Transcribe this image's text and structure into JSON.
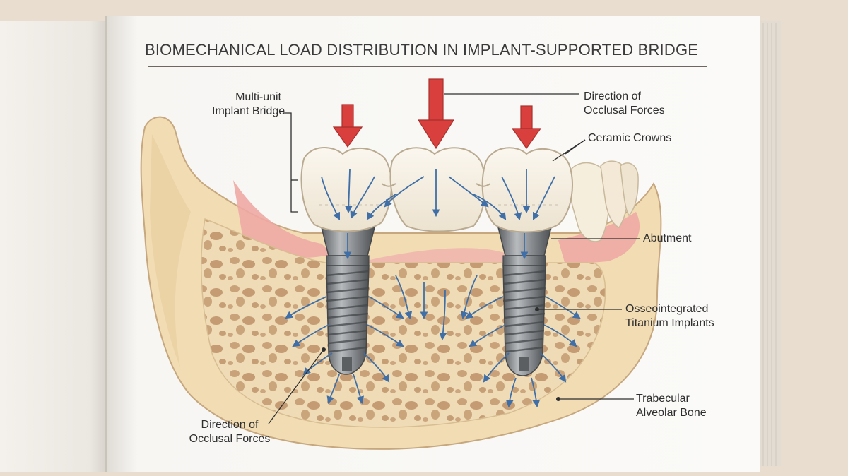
{
  "title": "BIOMECHANICAL LOAD DISTRIBUTION IN IMPLANT-SUPPORTED BRIDGE",
  "labels": {
    "bridge": {
      "line1": "Multi-unit",
      "line2": "Implant Bridge"
    },
    "force_top": {
      "line1": "Direction of",
      "line2": "Occlusal Forces"
    },
    "crowns": {
      "line1": "Ceramic Crowns"
    },
    "abutment": {
      "line1": "Abutment"
    },
    "implants": {
      "line1": "Osseointegrated",
      "line2": "Titanium Implants"
    },
    "bone": {
      "line1": "Trabecular",
      "line2": "Alveolar Bone"
    },
    "force_bottom": {
      "line1": "Direction of",
      "line2": "Occlusal Forces"
    }
  },
  "icons": {
    "force_arrow": "red-down-arrow-icon",
    "stress_arrow": "blue-stress-arrow-icon"
  },
  "colors": {
    "force_arrow": "#d9403d",
    "stress_arrow": "#3f6fa6",
    "bone": "#f0dcb3",
    "gum": "#ecaaa5",
    "crown": "#f7f1e6",
    "implant": "#8a8d90"
  }
}
